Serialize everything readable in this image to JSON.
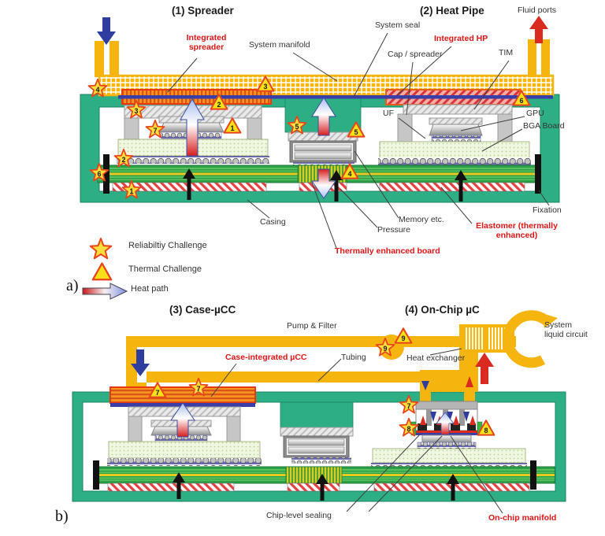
{
  "panel_a": {
    "label": "a)",
    "titles": {
      "spreader": "(1) Spreader",
      "heat_pipe": "(2) Heat Pipe"
    },
    "labels": {
      "fluid_ports": "Fluid ports",
      "integrated_spreader": "Integrated spreader",
      "system_manifold": "System manifold",
      "system_seal": "System seal",
      "integrated_hp": "Integrated HP",
      "cap_spreader": "Cap / spreader",
      "tim": "TIM",
      "uf": "UF",
      "gpu": "GPU",
      "bga_board": "BGA Board",
      "casing": "Casing",
      "memory_etc": "Memory etc.",
      "pressure": "Pressure",
      "thermally_enhanced_board": "Thermally enhanced board",
      "elastomer": "Elastomer (thermally enhanced)",
      "fixation": "Fixation"
    }
  },
  "legend": {
    "reliability": "Reliabiltiy Challenge",
    "thermal": "Thermal Challenge",
    "heat_path": "Heat path"
  },
  "panel_b": {
    "label": "b)",
    "titles": {
      "case_ucc": "(3) Case-µCC",
      "on_chip": "(4) On-Chip µC"
    },
    "labels": {
      "pump_filter": "Pump & Filter",
      "case_integrated_ucc": "Case-integrated µCC",
      "tubing": "Tubing",
      "heat_exchanger": "Heat exchanger",
      "system_liquid_circuit": "System liquid circuit",
      "chip_level_sealing": "Chip-level sealing",
      "on_chip_manifold": "On-chip manifold"
    }
  },
  "markers": {
    "a_stars": [
      "1",
      "2",
      "3",
      "4",
      "5",
      "6",
      "7"
    ],
    "a_triangles": [
      "1",
      "2",
      "3",
      "4",
      "5",
      "6"
    ],
    "b_stars": [
      "7",
      "7",
      "8",
      "9"
    ],
    "b_triangles": [
      "7",
      "8",
      "9"
    ]
  },
  "colors": {
    "casing_green": "#2EAE85",
    "manifold_yellow": "#F6B40E",
    "spreader_orange": "#F7941D",
    "hp_pink": "#F4ACA4",
    "seal_blue": "#3A3FA8",
    "alert_red": "#E8441C",
    "label_red": "#E01414",
    "pcb_green": "#2DA14A",
    "elastomer_red": "#E34040"
  }
}
